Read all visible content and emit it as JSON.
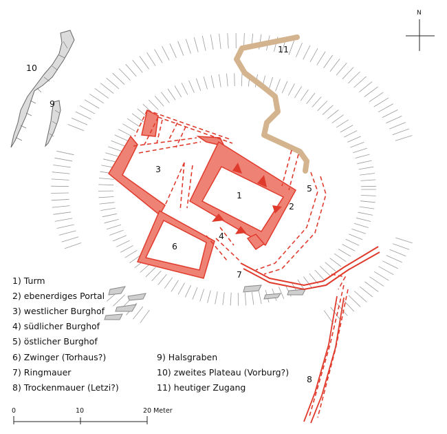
{
  "north": "N",
  "legend": [
    {
      "text": "1) Turm"
    },
    {
      "text": "2) ebenerdiges Portal"
    },
    {
      "text": "3) westlicher Burghof"
    },
    {
      "text": "4) südlicher Burghof"
    },
    {
      "text": "5) östlicher Burghof"
    },
    {
      "text": "6) Zwinger (Torhaus?)"
    },
    {
      "text": "7) Ringmauer"
    },
    {
      "text": "8) Trockenmauer (Letzi?)"
    },
    {
      "text": "9) Halsgraben"
    },
    {
      "text": "10) zweites Plateau (Vorburg?)"
    },
    {
      "text": "11) heutiger Zugang"
    }
  ],
  "labels": {
    "n1": "1",
    "n2": "2",
    "n3": "3",
    "n4": "4",
    "n5": "5",
    "n6": "6",
    "n7": "7",
    "n8": "8",
    "n9": "9",
    "n10": "10",
    "n11": "11"
  },
  "scale": {
    "t0": "0",
    "t10": "10",
    "t20": "20 Meter"
  },
  "colors": {
    "wall": "#e03a2c",
    "fill": "#ee8275",
    "path": "#d4b48e",
    "hatch": "#9a9a9a"
  }
}
